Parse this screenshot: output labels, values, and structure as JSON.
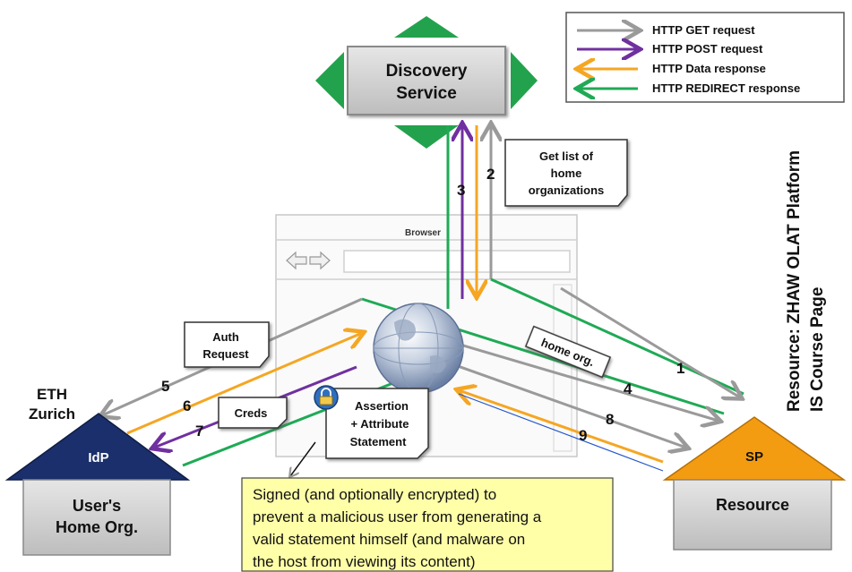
{
  "legend": {
    "items": [
      {
        "label": "HTTP GET request",
        "color": "#9a9a9a"
      },
      {
        "label": "HTTP POST request",
        "color": "#7030a0"
      },
      {
        "label": "HTTP Data response",
        "color": "#f5a623"
      },
      {
        "label": "HTTP REDIRECT response",
        "color": "#1faa55"
      }
    ]
  },
  "discovery": {
    "line1": "Discovery",
    "line2": "Service"
  },
  "browser": {
    "title": "Browser"
  },
  "callouts": {
    "get_list": [
      "Get list of",
      "home",
      "organizations"
    ],
    "auth_request": [
      "Auth",
      "Request"
    ],
    "creds": "Creds",
    "assertion": [
      "Assertion",
      "+ Attribute",
      "Statement"
    ],
    "home_org": "home org."
  },
  "steps": [
    "1",
    "2",
    "3",
    "4",
    "5",
    "6",
    "7",
    "8",
    "9"
  ],
  "idp": {
    "badge": "IdP",
    "city": [
      "ETH",
      "Zurich"
    ],
    "name": [
      "User's",
      "Home Org."
    ]
  },
  "sp": {
    "badge": "SP",
    "name": "Resource"
  },
  "resource_label": [
    "Resource: ZHAW OLAT Platform",
    "IS Course Page"
  ],
  "note": [
    "Signed (and optionally encrypted) to",
    "prevent a malicious user from generating a",
    "valid statement himself (and malware on",
    "the host from viewing its content)"
  ],
  "colors": {
    "get": "#9a9a9a",
    "post": "#7030a0",
    "data": "#f5a623",
    "redirect": "#1faa55",
    "idp": "#1a2f6b",
    "sp": "#f39c12",
    "note_bg": "#ffffa8",
    "green_shape": "#23a24d"
  }
}
